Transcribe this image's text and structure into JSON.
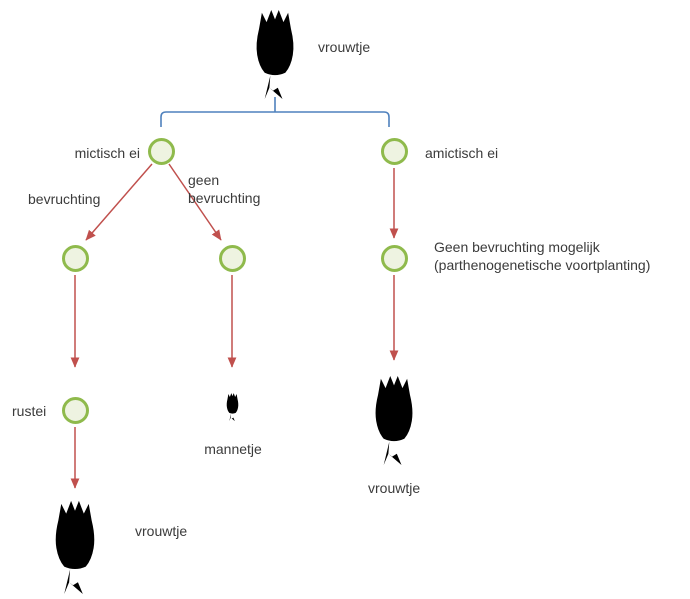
{
  "labels": {
    "top_female": "vrouwtje",
    "mictic_egg": "mictisch ei",
    "amictic_egg": "amictisch ei",
    "fertilization": "bevruchting",
    "no_fertilization": "geen\nbevruchting",
    "no_fert_note": "Geen bevruchting mogelijk\n(parthenogenetische voortplanting)",
    "resting_egg": "rustei",
    "male": "mannetje",
    "bottom_left_female": "vrouwtje",
    "right_female": "vrouwtje"
  },
  "colors": {
    "egg_border": "#8fba4c",
    "egg_fill": "#eef3e1",
    "arrow": "#c0504d",
    "bracket": "#4f81bd",
    "rotifer": "#4d4d4d",
    "male_rotifer": "#b6b6b6",
    "text": "#3b3b3b"
  }
}
